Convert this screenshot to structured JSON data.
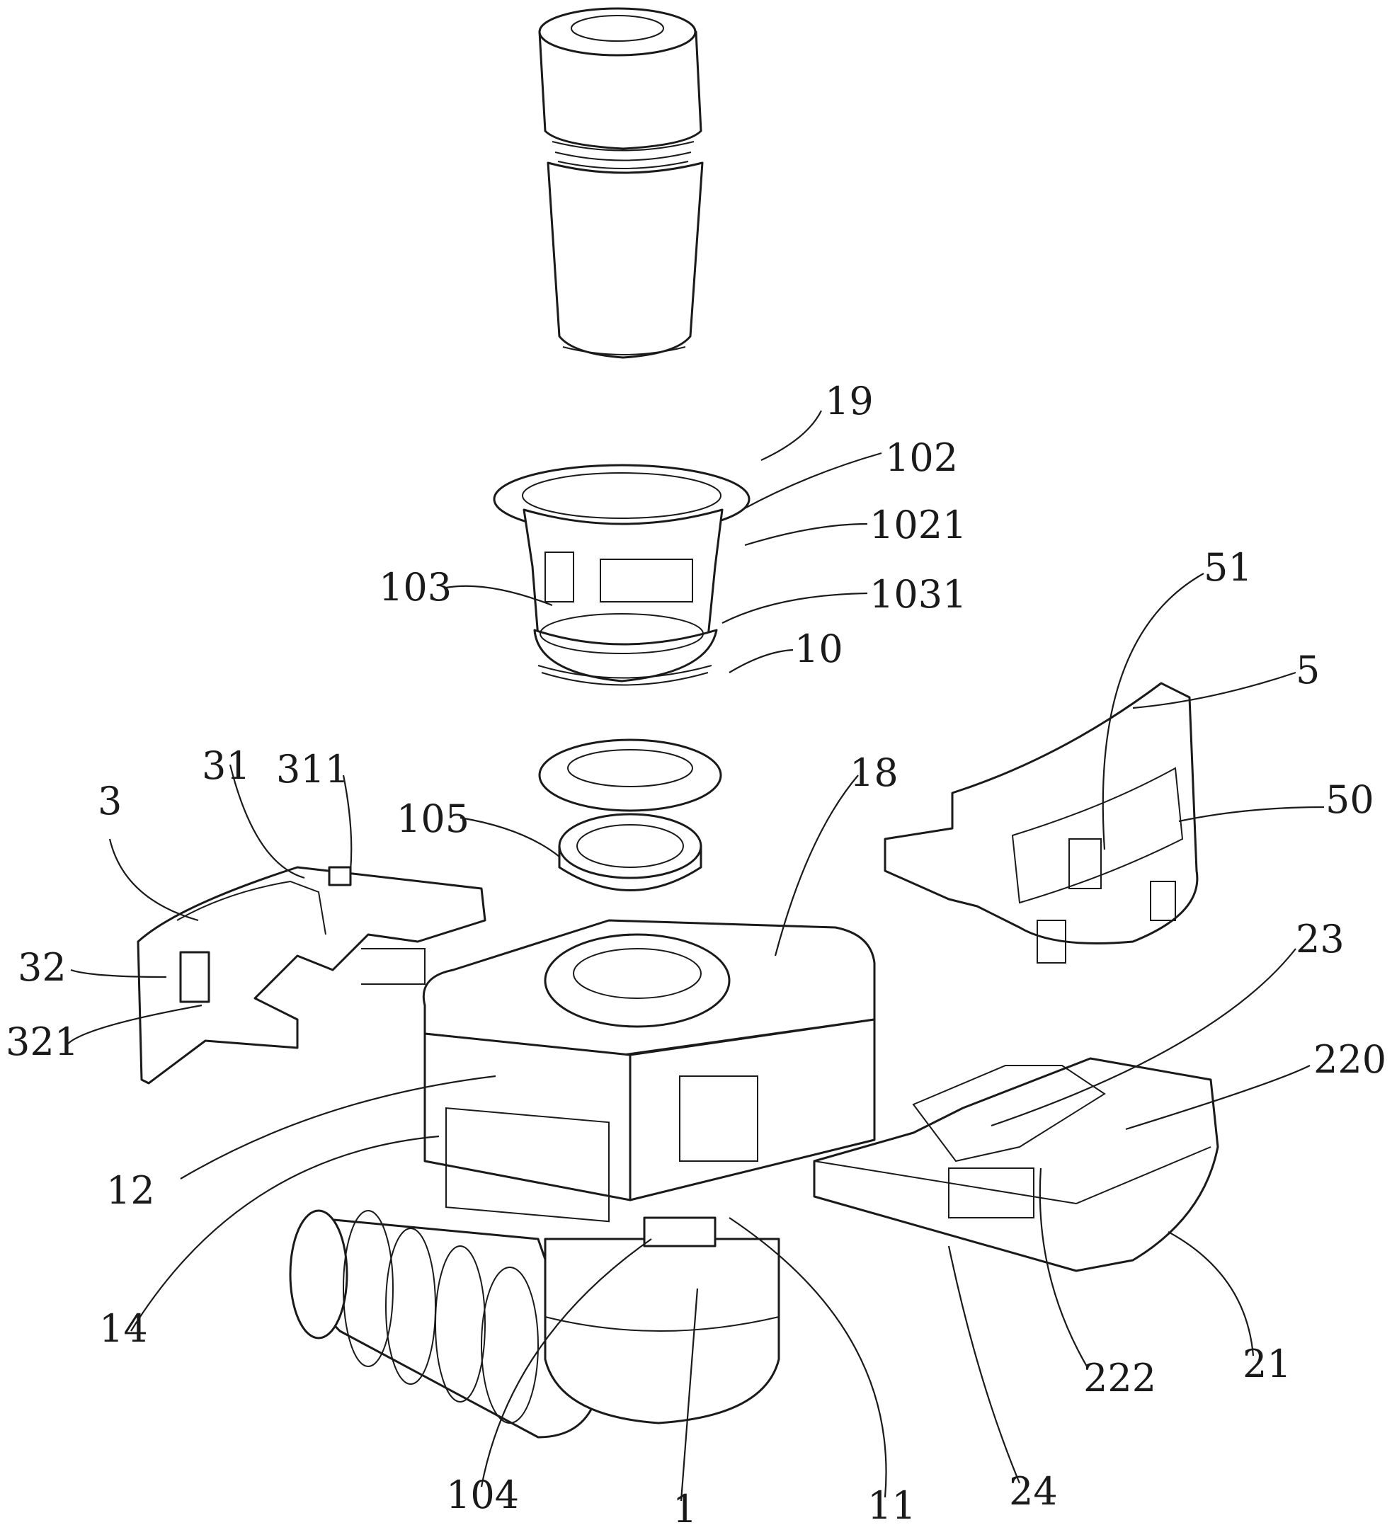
{
  "figure": {
    "type": "exploded perspective patent drawing",
    "line_color": "#1a1a1a",
    "background": "#ffffff"
  },
  "parts": [
    {
      "id": "tube",
      "description": "upper insertion tube with grooved neck"
    },
    {
      "id": "spool",
      "description": "valve spool / sleeve with windows"
    },
    {
      "id": "o-ring",
      "description": "sealing ring"
    },
    {
      "id": "seal-105",
      "description": "seal ring"
    },
    {
      "id": "housing",
      "description": "square main housing with elbow and barbed outlet"
    },
    {
      "id": "clip-3",
      "description": "left locking clip"
    },
    {
      "id": "cover-5",
      "description": "curved cover plate"
    },
    {
      "id": "slider-21",
      "description": "right slide block"
    }
  ],
  "labels": [
    {
      "key": "l19",
      "text": "19"
    },
    {
      "key": "l102",
      "text": "102"
    },
    {
      "key": "l1021",
      "text": "1021"
    },
    {
      "key": "l103",
      "text": "103"
    },
    {
      "key": "l1031",
      "text": "1031"
    },
    {
      "key": "l10",
      "text": "10"
    },
    {
      "key": "l51",
      "text": "51"
    },
    {
      "key": "l5",
      "text": "5"
    },
    {
      "key": "l50",
      "text": "50"
    },
    {
      "key": "l3",
      "text": "3"
    },
    {
      "key": "l31",
      "text": "31"
    },
    {
      "key": "l311",
      "text": "311"
    },
    {
      "key": "l105",
      "text": "105"
    },
    {
      "key": "l18",
      "text": "18"
    },
    {
      "key": "l32",
      "text": "32"
    },
    {
      "key": "l321",
      "text": "321"
    },
    {
      "key": "l23",
      "text": "23"
    },
    {
      "key": "l220",
      "text": "220"
    },
    {
      "key": "l12",
      "text": "12"
    },
    {
      "key": "l14",
      "text": "14"
    },
    {
      "key": "l104",
      "text": "104"
    },
    {
      "key": "l1",
      "text": "1"
    },
    {
      "key": "l11",
      "text": "11"
    },
    {
      "key": "l24",
      "text": "24"
    },
    {
      "key": "l222",
      "text": "222"
    },
    {
      "key": "l21",
      "text": "21"
    }
  ]
}
